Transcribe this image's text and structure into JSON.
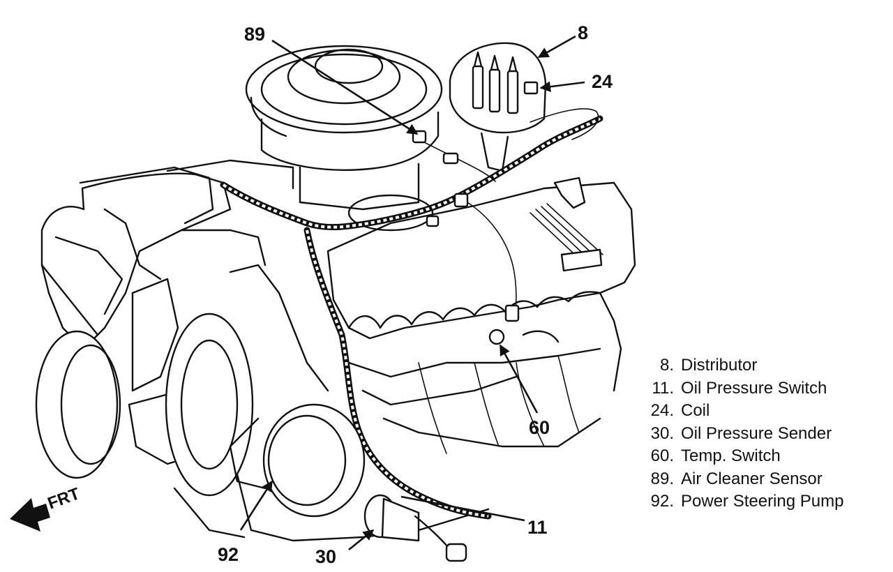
{
  "callouts": [
    {
      "id": "c89",
      "text": "89"
    },
    {
      "id": "c8",
      "text": "8"
    },
    {
      "id": "c24",
      "text": "24"
    },
    {
      "id": "c60",
      "text": "60"
    },
    {
      "id": "c11",
      "text": "11"
    },
    {
      "id": "c92",
      "text": "92"
    },
    {
      "id": "c30",
      "text": "30"
    }
  ],
  "front_label": "FRT",
  "legend": [
    {
      "num": "8.",
      "label": "Distributor"
    },
    {
      "num": "11.",
      "label": "Oil Pressure Switch"
    },
    {
      "num": "24.",
      "label": "Coil"
    },
    {
      "num": "30.",
      "label": "Oil Pressure Sender"
    },
    {
      "num": "60.",
      "label": "Temp. Switch"
    },
    {
      "num": "89.",
      "label": "Air Cleaner Sensor"
    },
    {
      "num": "92.",
      "label": "Power Steering Pump"
    }
  ]
}
